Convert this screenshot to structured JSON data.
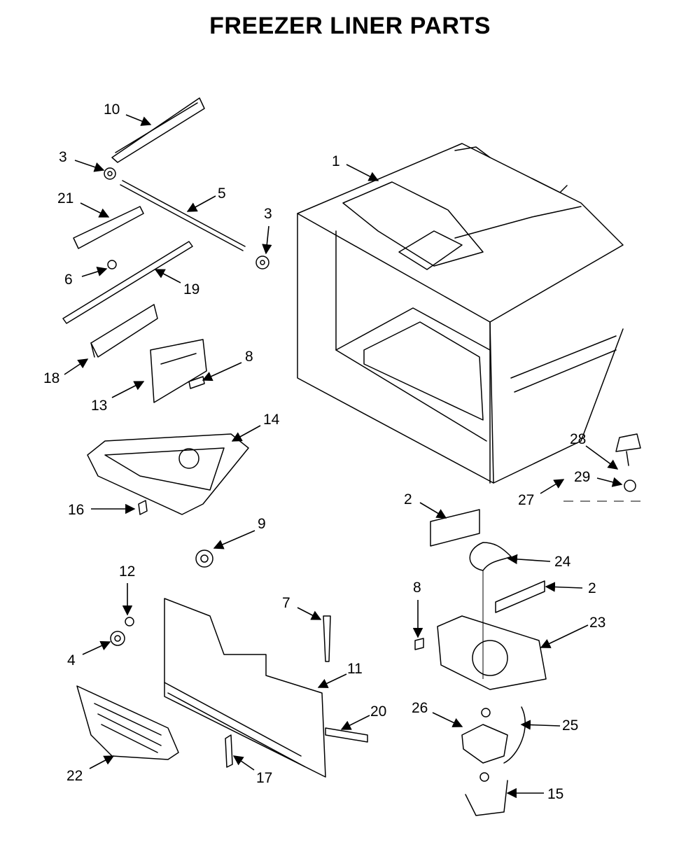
{
  "title": "FREEZER LINER PARTS",
  "callouts": {
    "c1": "1",
    "c2a": "2",
    "c2b": "2",
    "c3a": "3",
    "c3b": "3",
    "c4": "4",
    "c5": "5",
    "c6": "6",
    "c7": "7",
    "c8a": "8",
    "c8b": "8",
    "c9": "9",
    "c10": "10",
    "c11": "11",
    "c12": "12",
    "c13": "13",
    "c14": "14",
    "c15": "15",
    "c16": "16",
    "c17": "17",
    "c18": "18",
    "c19": "19",
    "c20": "20",
    "c21": "21",
    "c22": "22",
    "c23": "23",
    "c24": "24",
    "c25": "25",
    "c26": "26",
    "c27": "27",
    "c28": "28",
    "c29": "29"
  }
}
